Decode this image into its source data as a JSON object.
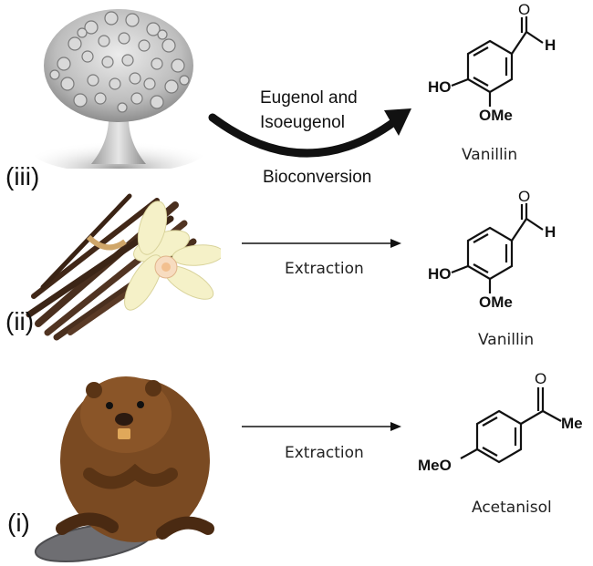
{
  "rows": [
    {
      "numeral": "(iii)",
      "source": "fungus-image",
      "process_label_top": "Eugenol and",
      "process_label_mid": "Isoeugenol",
      "process_label_bottom": "Bioconversion",
      "product": {
        "name": "Vanillin",
        "atoms": {
          "ho": "HO",
          "ome": "OMe",
          "o": "O",
          "h": "H"
        }
      }
    },
    {
      "numeral": "(ii)",
      "source": "vanilla-image",
      "process_label": "Extraction",
      "product": {
        "name": "Vanillin",
        "atoms": {
          "ho": "HO",
          "ome": "OMe",
          "o": "O",
          "h": "H"
        }
      }
    },
    {
      "numeral": "(i)",
      "source": "beaver-image",
      "process_label": "Extraction",
      "product": {
        "name": "Acetanisol",
        "atoms": {
          "meo": "MeO",
          "o": "O",
          "me": "Me"
        }
      }
    }
  ],
  "colors": {
    "arrow": "#111111",
    "bond": "#111111",
    "vanilla_pod": "#4a2f1e",
    "orchid_petal": "#f5f1c8",
    "beaver_fur": "#7a4a22",
    "beaver_tail": "#6e6e72",
    "fungus_gray": "#a8a8a8"
  }
}
